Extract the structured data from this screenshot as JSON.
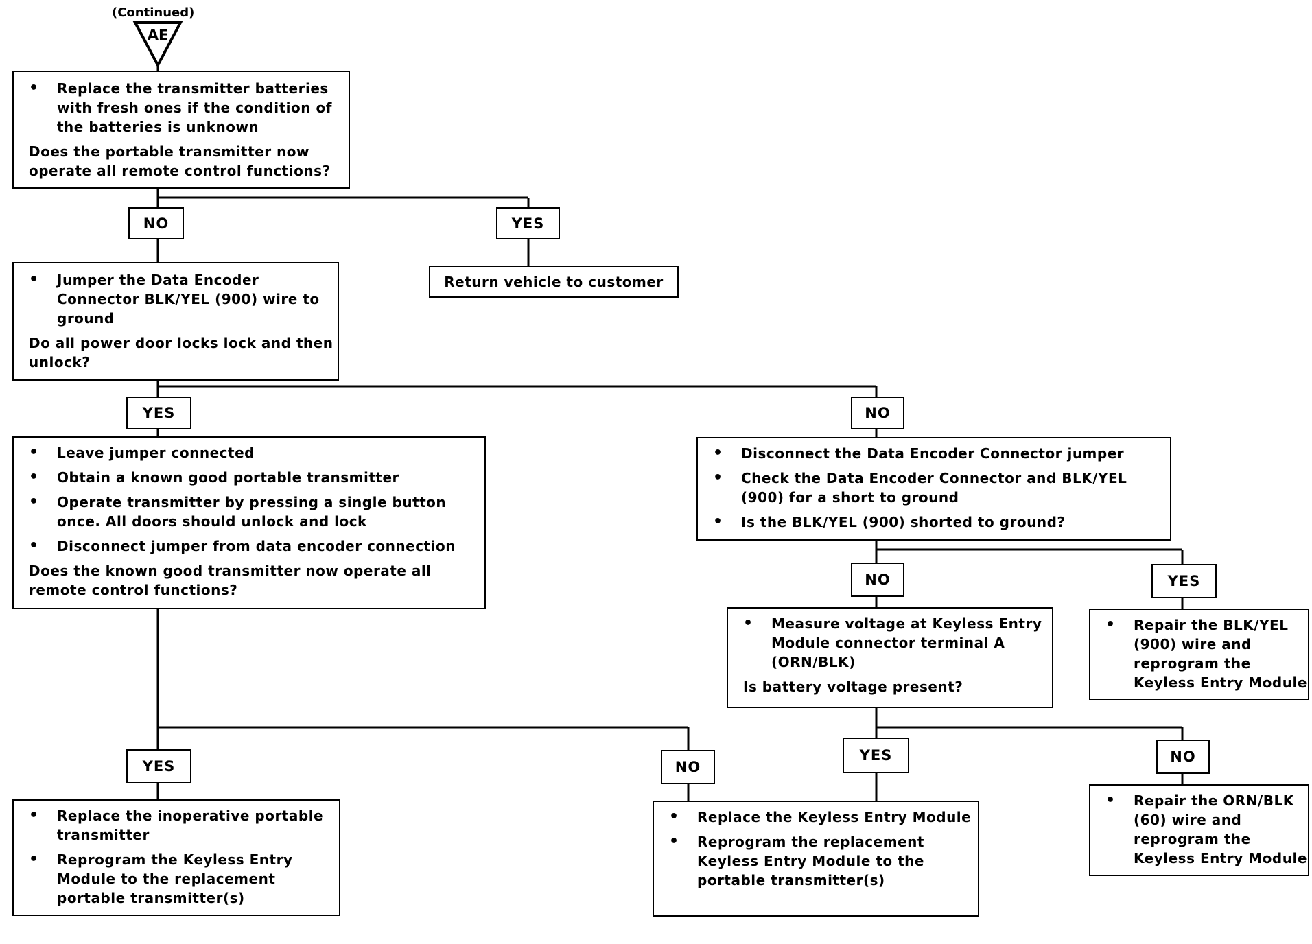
{
  "continued": "(Continued)",
  "connector": "AE",
  "labels": {
    "l1_no": "NO",
    "l1_yes": "YES",
    "l2_yes": "YES",
    "l2_no": "NO",
    "l3_no": "NO",
    "l3_yes": "YES",
    "l4_yes": "YES",
    "l4_no": "NO",
    "l5_yes": "YES",
    "l5_no": "NO"
  },
  "boxes": {
    "batteries": {
      "bullets": [
        "Replace the transmitter batteries with fresh ones if the condition of the batteries is unknown"
      ],
      "question": "Does the portable transmitter now operate all remote control functions?"
    },
    "return": {
      "text": "Return vehicle to customer"
    },
    "jumper": {
      "bullets": [
        "Jumper the Data Encoder Connector BLK/YEL (900) wire to ground"
      ],
      "question": "Do all power door locks lock and then unlock?"
    },
    "leave_jumper": {
      "bullets": [
        "Leave jumper connected",
        "Obtain a known good portable transmitter",
        "Operate transmitter by pressing a single button once. All doors should unlock and lock",
        "Disconnect jumper from data encoder connection"
      ],
      "question": "Does the known good transmitter now operate all remote control functions?"
    },
    "disconnect": {
      "bullets": [
        "Disconnect the Data Encoder Connector jumper",
        "Check the Data Encoder Connector and BLK/YEL (900) for a short to ground",
        "Is the BLK/YEL (900) shorted to ground?"
      ]
    },
    "measure": {
      "bullets": [
        "Measure voltage at Keyless Entry Module connector terminal A (ORN/BLK)"
      ],
      "question": "Is battery voltage present?"
    },
    "repair_blk": {
      "bullets": [
        "Repair the BLK/YEL (900) wire and reprogram the Keyless Entry Module"
      ]
    },
    "replace_transmitter": {
      "bullets": [
        "Replace the inoperative portable transmitter",
        "Reprogram the Keyless Entry Module to the replacement portable transmitter(s)"
      ]
    },
    "replace_module": {
      "bullets": [
        "Replace the Keyless Entry Module",
        "Reprogram the replacement Keyless Entry Module to the portable transmitter(s)"
      ]
    },
    "repair_orn": {
      "bullets": [
        "Repair the ORN/BLK (60) wire and reprogram the Keyless Entry Module"
      ]
    }
  }
}
